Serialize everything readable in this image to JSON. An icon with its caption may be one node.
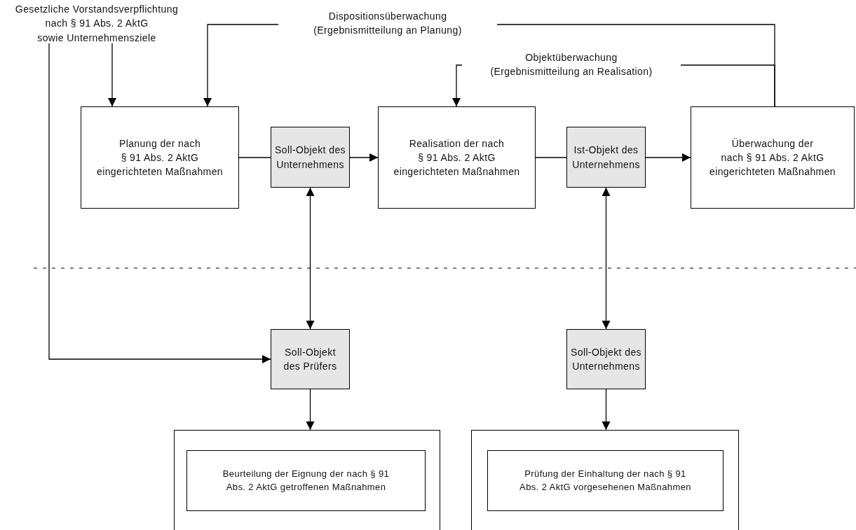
{
  "diagram": {
    "nodes": [
      {
        "text": [
          "Gesetzliche Vorstandsverpflichtung nach § 91 Abs. 2 AktG sowie Unternehmensziele"
        ]
      },
      {
        "text": [
          "Planung der nach § 91 Abs. 2 AktG eingerichteten Maßnahmen"
        ]
      },
      {
        "text": [
          "Soll-Objekt des Unternehmens"
        ]
      },
      {
        "text": [
          "Realisation der nach § 91 Abs. 2 AktG eingerichteten Maßnahmen"
        ]
      },
      {
        "text": [
          "Ist-Objekt des Unternehmens"
        ]
      },
      {
        "text": [
          "Überwachung der  nach § 91 Abs. 2 AktG eingerichteten Maßnahmen"
        ]
      },
      {
        "text": [
          "Soll-Objekt des Prüfers"
        ]
      },
      {
        "text": [
          "Soll-Objekt des Unternehmens"
        ]
      },
      {
        "text": [],
        "shape": "box"
      },
      {
        "text": [
          "Beurteilung der Eignung der nach § 91 Abs. 2 AktG getroffenen Maßnahmen"
        ],
        "in": 8
      },
      {
        "text": [],
        "shape": "box"
      },
      {
        "text": [
          "Prüfung der Einhaltung der nach § 91 Abs. 2 AktG vorgesehenen Maßnahmen"
        ],
        "in": 10
      }
    ],
    "edges": [
      {
        "from": 0,
        "to": 1,
        "arrow": "to"
      },
      {
        "from": 0,
        "to": 6,
        "arrow": "to"
      },
      {
        "from": 5,
        "to": 1,
        "arrow": "to",
        "label": "Dispositionsüberwachung (Ergebnismitteilung an Planung)"
      },
      {
        "from": 5,
        "to": 3,
        "arrow": "to",
        "label": "Objektüberwachung (Ergebnismitteilung an Realisation)"
      },
      {
        "from": 1,
        "to": 2,
        "arrow": "none"
      },
      {
        "from": 2,
        "to": 3,
        "arrow": "to"
      },
      {
        "from": 3,
        "to": 4,
        "arrow": "none"
      },
      {
        "from": 4,
        "to": 5,
        "arrow": "to"
      },
      {
        "from": 2,
        "to": 6,
        "arrow": "both"
      },
      {
        "from": 4,
        "to": 7,
        "arrow": "both"
      },
      {
        "from": 6,
        "to": 8,
        "arrow": "to"
      },
      {
        "from": 7,
        "to": 10,
        "arrow": "to"
      }
    ]
  }
}
